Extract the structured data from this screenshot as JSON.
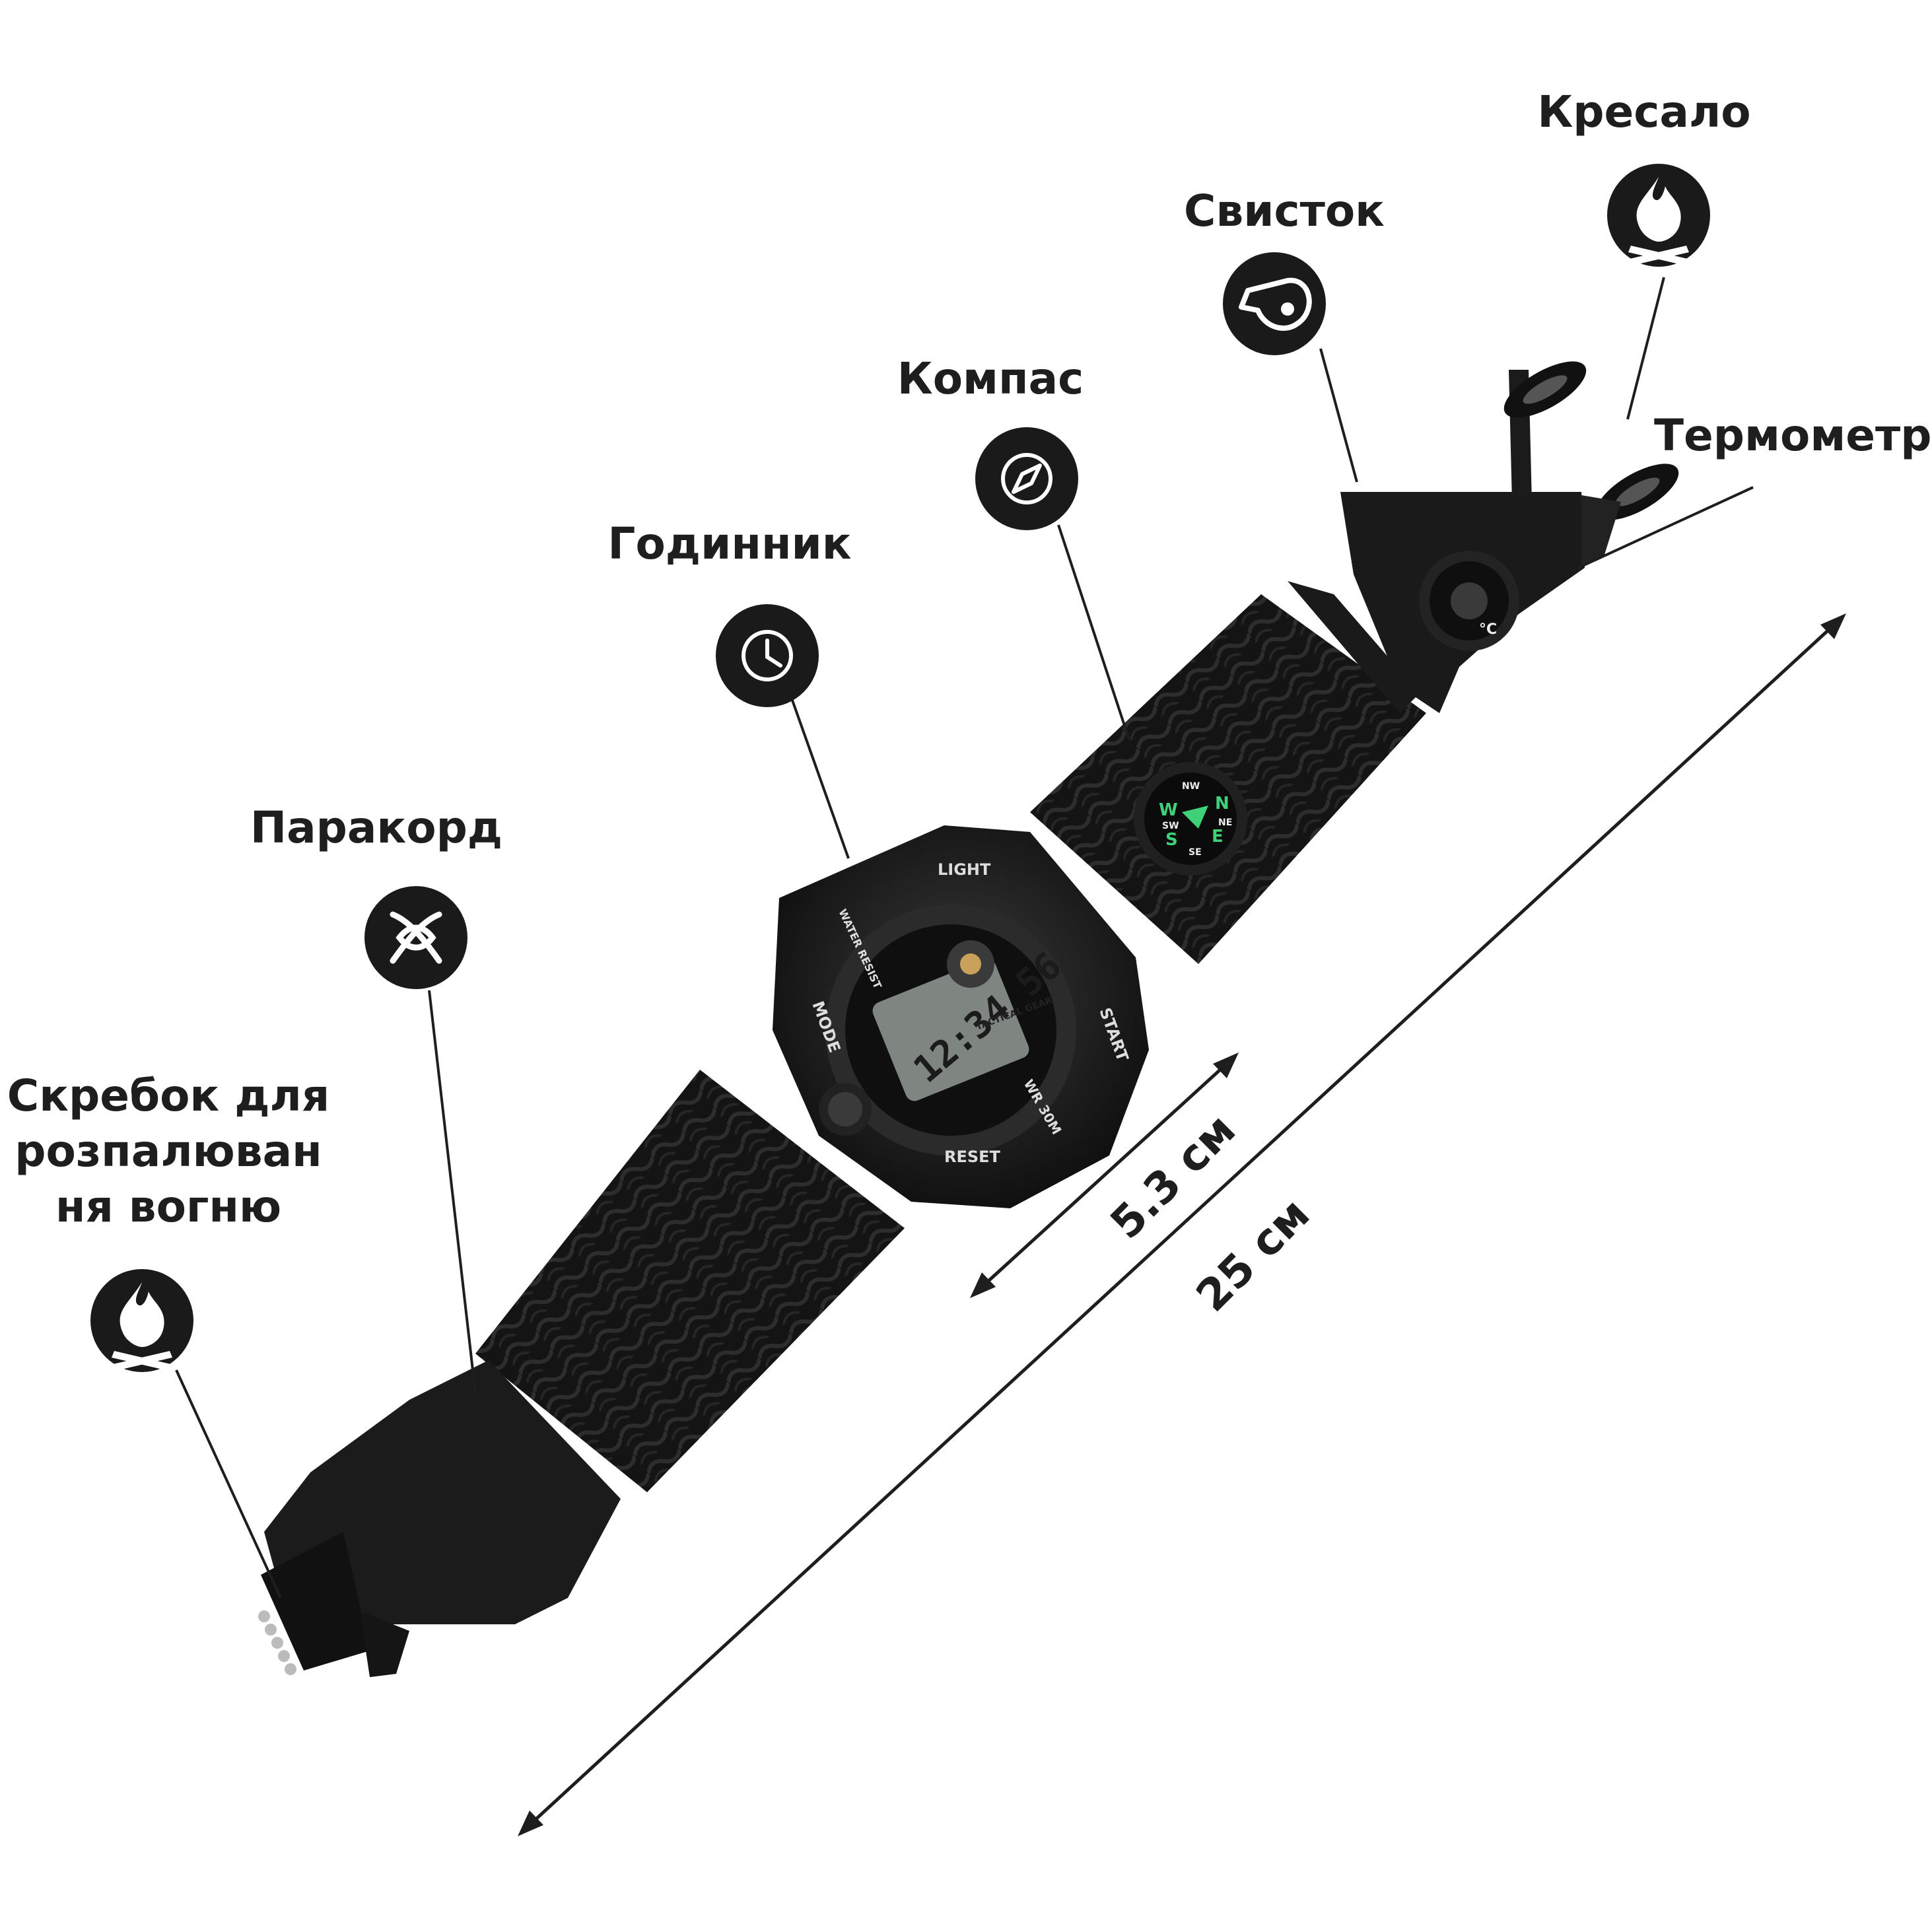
{
  "labels": {
    "kresalo": "Кресало",
    "svystok": "Свисток",
    "termometr": "Термометр",
    "kompas": "Компас",
    "hodynnyk": "Годинник",
    "parakord": "Паракорд",
    "skrebok_line1": "Скребок для",
    "skrebok_line2": "розпалюван",
    "skrebok_line3": "ня вогню"
  },
  "dimensions": {
    "dial": "5.3 см",
    "total": "25 см"
  },
  "watch_face": {
    "light": "LIGHT",
    "mode": "MODE",
    "start": "START",
    "reset": "RESET",
    "water_resist": "WATER RESIST",
    "wr": "WR 30M",
    "tactical": "TACTICAL GEAR",
    "lcd_time": "12:34 56"
  },
  "compass_face": {
    "n": "N",
    "e": "E",
    "s": "S",
    "w": "W",
    "nw": "NW",
    "ne": "NE",
    "se": "SE",
    "sw": "SW"
  },
  "thermometer_face": {
    "unit": "°C"
  },
  "icons": [
    "campfire-icon",
    "whistle-icon",
    "compass-icon",
    "clock-icon",
    "knot-icon",
    "campfire-icon"
  ],
  "colors": {
    "icon_bg": "#1a1a1a",
    "strap": "#121212",
    "accent_green": "#3fd17a",
    "text": "#1e1e1e"
  }
}
